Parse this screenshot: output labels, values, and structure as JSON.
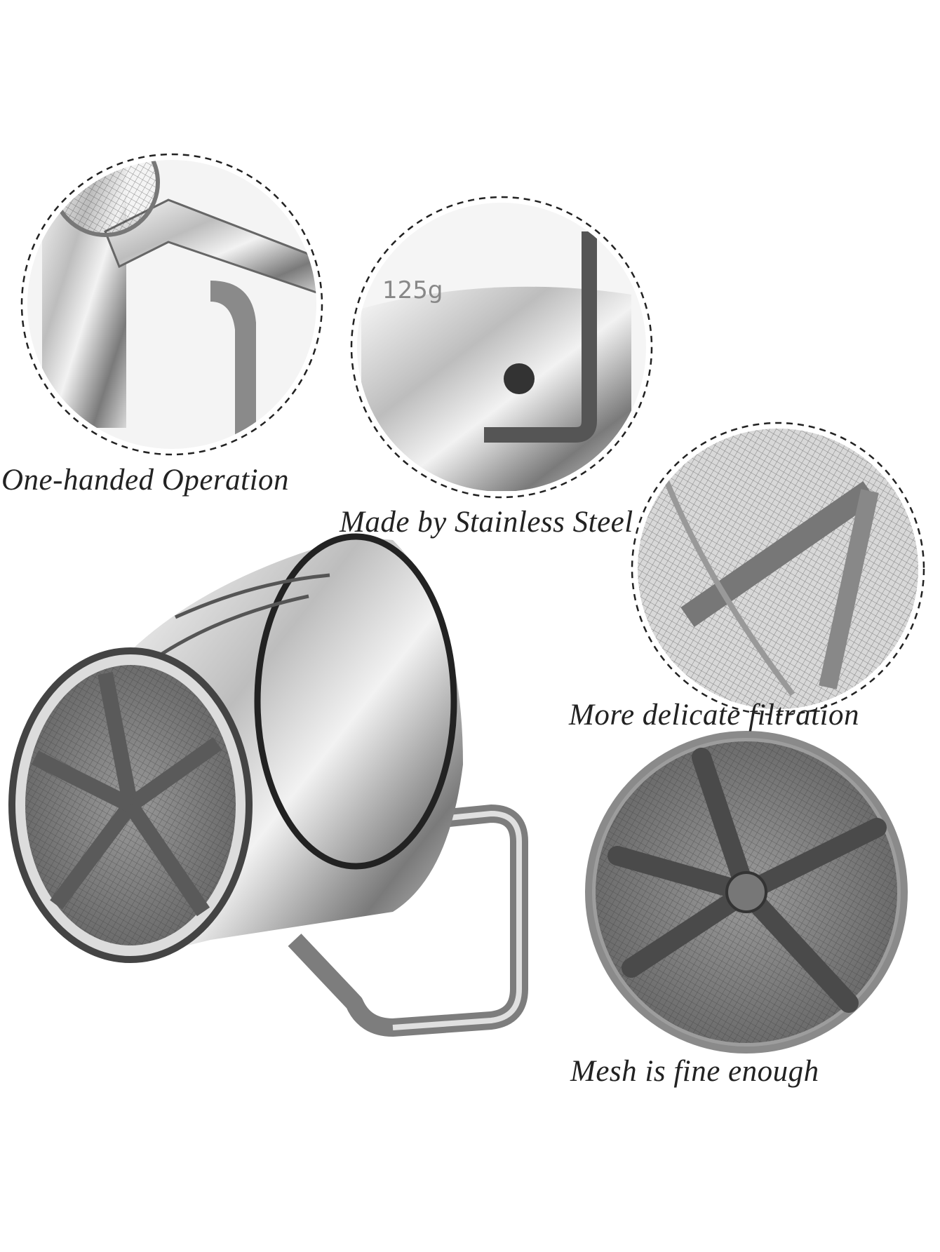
{
  "features": [
    {
      "label": "One-handed Operation"
    },
    {
      "label": "Made by Stainless Steel"
    },
    {
      "label": "More delicate filtration"
    },
    {
      "label": "Mesh is fine enough"
    }
  ],
  "product": {
    "engraving": "125g"
  },
  "colors": {
    "background": "#ffffff",
    "steel_light": "#e6e6e6",
    "steel_dark": "#555555",
    "text": "#222222"
  }
}
